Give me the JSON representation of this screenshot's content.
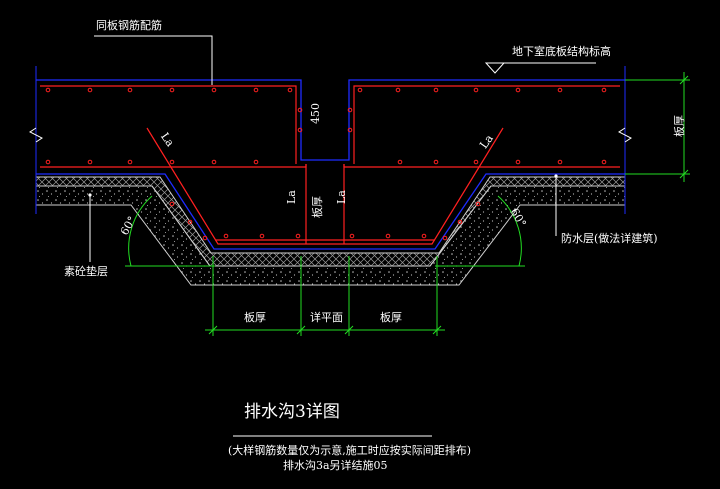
{
  "drawing": {
    "labels": {
      "top_rebar": "同板钢筋配筋",
      "basement_slab_elevation": "地下室底板结构标高",
      "dim_450": "450",
      "lap_left_upper": "La",
      "lap_right_upper": "La",
      "lap_left_mid": "La",
      "lap_right_mid": "La",
      "slab_thickness_center": "板厚",
      "slab_thickness_right": "板厚",
      "angle_left": "60°",
      "angle_right": "60°",
      "plain_concrete_cushion": "素砼垫层",
      "waterproof_layer": "防水层(做法详建筑)",
      "dim_slab_left": "板厚",
      "dim_bottom_detail": "详平面",
      "dim_slab_right": "板厚"
    },
    "title": "排水沟3详图",
    "notes": [
      "(大样钢筋数量仅为示意,施工时应按实际间距排布)",
      "排水沟3a另详结施05"
    ],
    "colors": {
      "background": "#000000",
      "concrete_outline": "#1e2cff",
      "rebar": "#ff2020",
      "dimension": "#22dd22",
      "leader": "#ffffff",
      "hatch": "#cfcfcf"
    }
  }
}
